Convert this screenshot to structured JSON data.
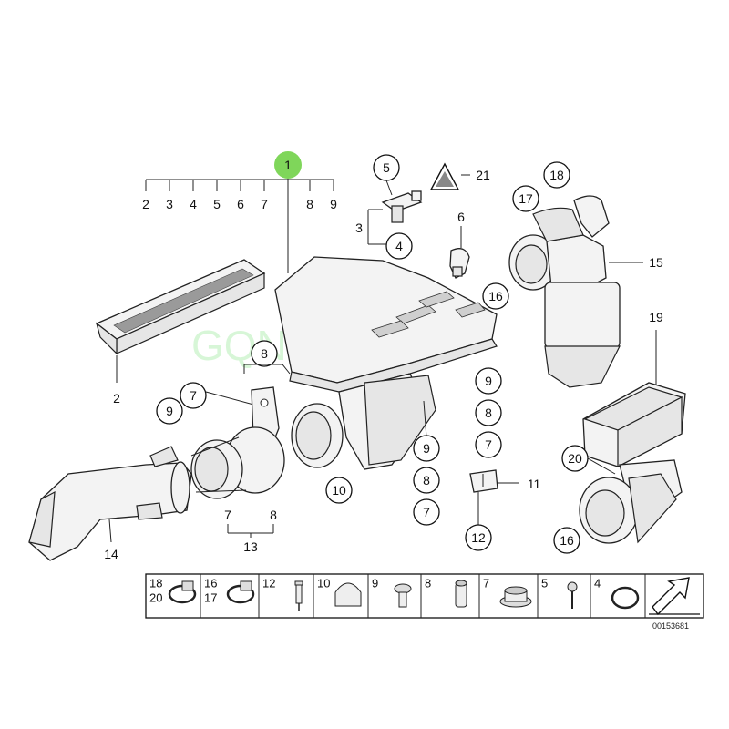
{
  "watermark": "GQN GQN",
  "highlight_color": "#7fd65a",
  "group_label": "1",
  "group_members": [
    "2",
    "3",
    "4",
    "5",
    "6",
    "7",
    "8",
    "9"
  ],
  "callouts": {
    "c2": "2",
    "c3": "3",
    "c4": "4",
    "c5": "5",
    "c6": "6",
    "c7a": "7",
    "c8a": "8",
    "c9a": "9",
    "c10": "10",
    "c7b": "7",
    "c8b": "8",
    "c13": "13",
    "c14": "14",
    "c15": "15",
    "c16a": "16",
    "c16b": "16",
    "c17": "17",
    "c18": "18",
    "c19": "19",
    "c20": "20",
    "c21": "21",
    "c9b": "9",
    "c8c": "8",
    "c7c": "7",
    "c9c": "9",
    "c8d": "8",
    "c7d": "7",
    "c11": "11",
    "c12": "12"
  },
  "legend": [
    {
      "nums": [
        "18",
        "20"
      ],
      "icon": "hose-clamp-icon"
    },
    {
      "nums": [
        "16",
        "17"
      ],
      "icon": "hose-clamp-icon"
    },
    {
      "nums": [
        "12"
      ],
      "icon": "rivet-icon"
    },
    {
      "nums": [
        "10"
      ],
      "icon": "grommet-cap-icon"
    },
    {
      "nums": [
        "9"
      ],
      "icon": "screw-icon"
    },
    {
      "nums": [
        "8"
      ],
      "icon": "sleeve-icon"
    },
    {
      "nums": [
        "7"
      ],
      "icon": "rubber-mount-icon"
    },
    {
      "nums": [
        "5"
      ],
      "icon": "tapping-screw-icon"
    },
    {
      "nums": [
        "4"
      ],
      "icon": "o-ring-icon"
    }
  ],
  "drawing_code": "00153681"
}
